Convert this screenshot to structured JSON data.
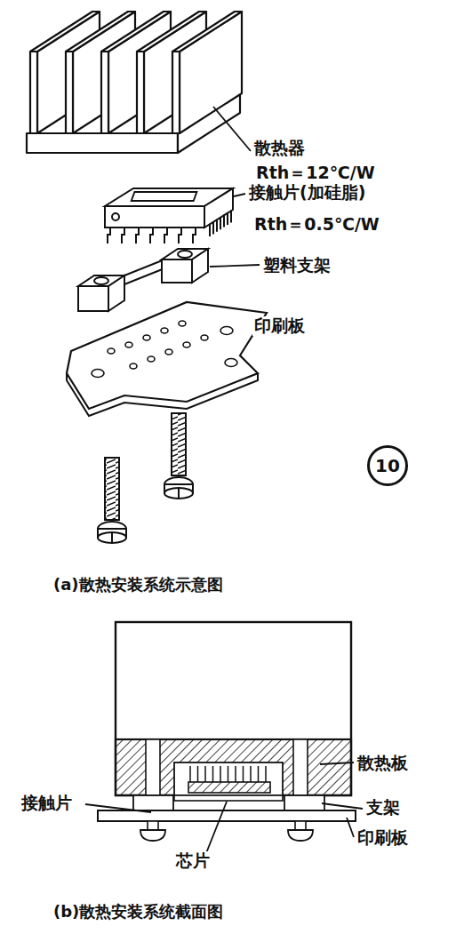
{
  "diagram": {
    "nodes": [
      {
        "text": [
          "10"
        ]
      }
    ],
    "labels": [
      "散热器",
      "Rth＝12℃/W",
      "接触片(加硅脂)",
      "Rth＝0.5℃/W",
      "塑料支架",
      "印刷板",
      "(a)散热安装系统示意图",
      "散热板",
      "接触片",
      "支架",
      "印刷板",
      "芯片",
      "(b)散热安装系统截面图"
    ]
  }
}
